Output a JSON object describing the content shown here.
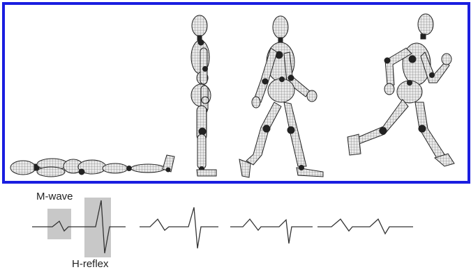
{
  "figure": {
    "frame_color": "#1a1ee0",
    "postures": [
      {
        "name": "lying"
      },
      {
        "name": "standing"
      },
      {
        "name": "walking"
      },
      {
        "name": "running"
      }
    ]
  },
  "waveforms": {
    "mwave_label": "M-wave",
    "hreflex_label": "H-reflex",
    "highlight_color": "#c8c8c8",
    "traces": [
      {
        "posture": "lying",
        "m_wave_shown": true,
        "h_reflex_shown": true
      },
      {
        "posture": "standing",
        "m_wave_shown": true,
        "h_reflex_shown": true
      },
      {
        "posture": "walking",
        "m_wave_shown": true,
        "h_reflex_shown": true
      },
      {
        "posture": "running",
        "m_wave_shown": true,
        "h_reflex_shown": true
      }
    ]
  }
}
